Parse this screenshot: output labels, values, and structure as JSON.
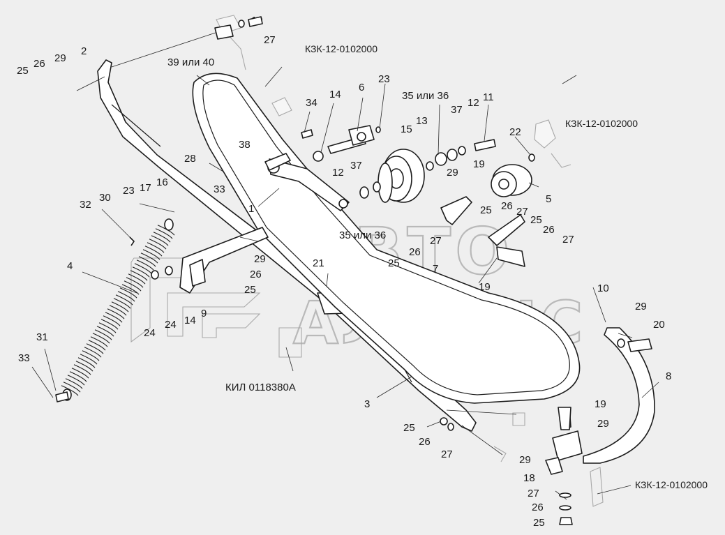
{
  "diagram": {
    "refs": {
      "assembly_top": "КЗК-12-0102000",
      "assembly_right": "КЗК-12-0102000",
      "assembly_bottom": "КЗК-12-0102000",
      "kil": "КИЛ 0118380А"
    },
    "watermark": {
      "line1": "АВТО",
      "line2": "АЛЬЯНС"
    },
    "callouts": [
      {
        "label": "19"
      },
      {
        "label": "27"
      },
      {
        "label": "2"
      },
      {
        "label": "25"
      },
      {
        "label": "26"
      },
      {
        "label": "29"
      },
      {
        "label": "39 или 40"
      },
      {
        "label": "6"
      },
      {
        "label": "23"
      },
      {
        "label": "14"
      },
      {
        "label": "34"
      },
      {
        "label": "35 или 36"
      },
      {
        "label": "11"
      },
      {
        "label": "12"
      },
      {
        "label": "37"
      },
      {
        "label": "13"
      },
      {
        "label": "15"
      },
      {
        "label": "22"
      },
      {
        "label": "38"
      },
      {
        "label": "28"
      },
      {
        "label": "33"
      },
      {
        "label": "12"
      },
      {
        "label": "37"
      },
      {
        "label": "29"
      },
      {
        "label": "19"
      },
      {
        "label": "5"
      },
      {
        "label": "23"
      },
      {
        "label": "17"
      },
      {
        "label": "16"
      },
      {
        "label": "32"
      },
      {
        "label": "30"
      },
      {
        "label": "1"
      },
      {
        "label": "25"
      },
      {
        "label": "26"
      },
      {
        "label": "27"
      },
      {
        "label": "25"
      },
      {
        "label": "26"
      },
      {
        "label": "27"
      },
      {
        "label": "35 или 36"
      },
      {
        "label": "26"
      },
      {
        "label": "27"
      },
      {
        "label": "25"
      },
      {
        "label": "7"
      },
      {
        "label": "4"
      },
      {
        "label": "29"
      },
      {
        "label": "26"
      },
      {
        "label": "25"
      },
      {
        "label": "21"
      },
      {
        "label": "19"
      },
      {
        "label": "10"
      },
      {
        "label": "24"
      },
      {
        "label": "24"
      },
      {
        "label": "14"
      },
      {
        "label": "9"
      },
      {
        "label": "29"
      },
      {
        "label": "20"
      },
      {
        "label": "31"
      },
      {
        "label": "33"
      },
      {
        "label": "8"
      },
      {
        "label": "3"
      },
      {
        "label": "19"
      },
      {
        "label": "29"
      },
      {
        "label": "25"
      },
      {
        "label": "26"
      },
      {
        "label": "27"
      },
      {
        "label": "29"
      },
      {
        "label": "18"
      },
      {
        "label": "27"
      },
      {
        "label": "26"
      },
      {
        "label": "25"
      }
    ]
  }
}
